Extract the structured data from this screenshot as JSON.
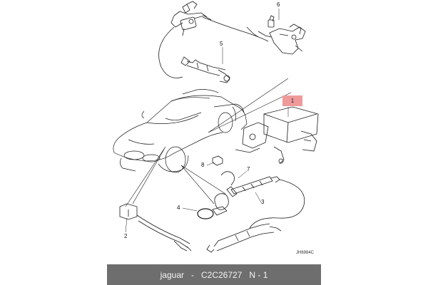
{
  "diagram": {
    "callouts": [
      "1",
      "2",
      "3",
      "4",
      "5",
      "6",
      "7",
      "8"
    ],
    "reference_code": "JH6984C",
    "highlight_color": "#ef9a9a"
  },
  "footer": {
    "brand": "jaguar",
    "separator": "-",
    "part_number": "C2C26727",
    "suffix": "N - 1",
    "background": "#6e6e6e"
  }
}
